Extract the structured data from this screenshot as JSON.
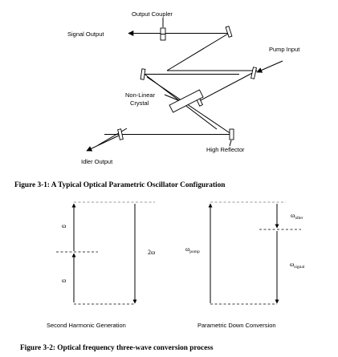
{
  "figure1": {
    "labels": {
      "output_coupler": "Output Coupler",
      "signal_output": "Signal Output",
      "pump_input": "Pump Input",
      "nonlinear_line1": "Non-Linear",
      "nonlinear_line2": "Crystal",
      "high_reflector": "High Reflector",
      "idler_output": "Idler Output"
    },
    "caption": "Figure 3-1: A Typical Optical Parametric Oscillator Configuration"
  },
  "figure2": {
    "shg": {
      "omega_upper": "ω",
      "omega_lower": "ω",
      "two_omega": "2ω",
      "title": "Second Harmonic Generation"
    },
    "pdc": {
      "pump_symbol": "ω",
      "pump_sub": "pump",
      "idler_symbol": "ω",
      "idler_sub": "idler",
      "signal_symbol": "ω",
      "signal_sub": "signal",
      "title": "Parametric Down Conversion"
    },
    "caption": "Figure 3-2: Optical frequency three-wave conversion process"
  }
}
